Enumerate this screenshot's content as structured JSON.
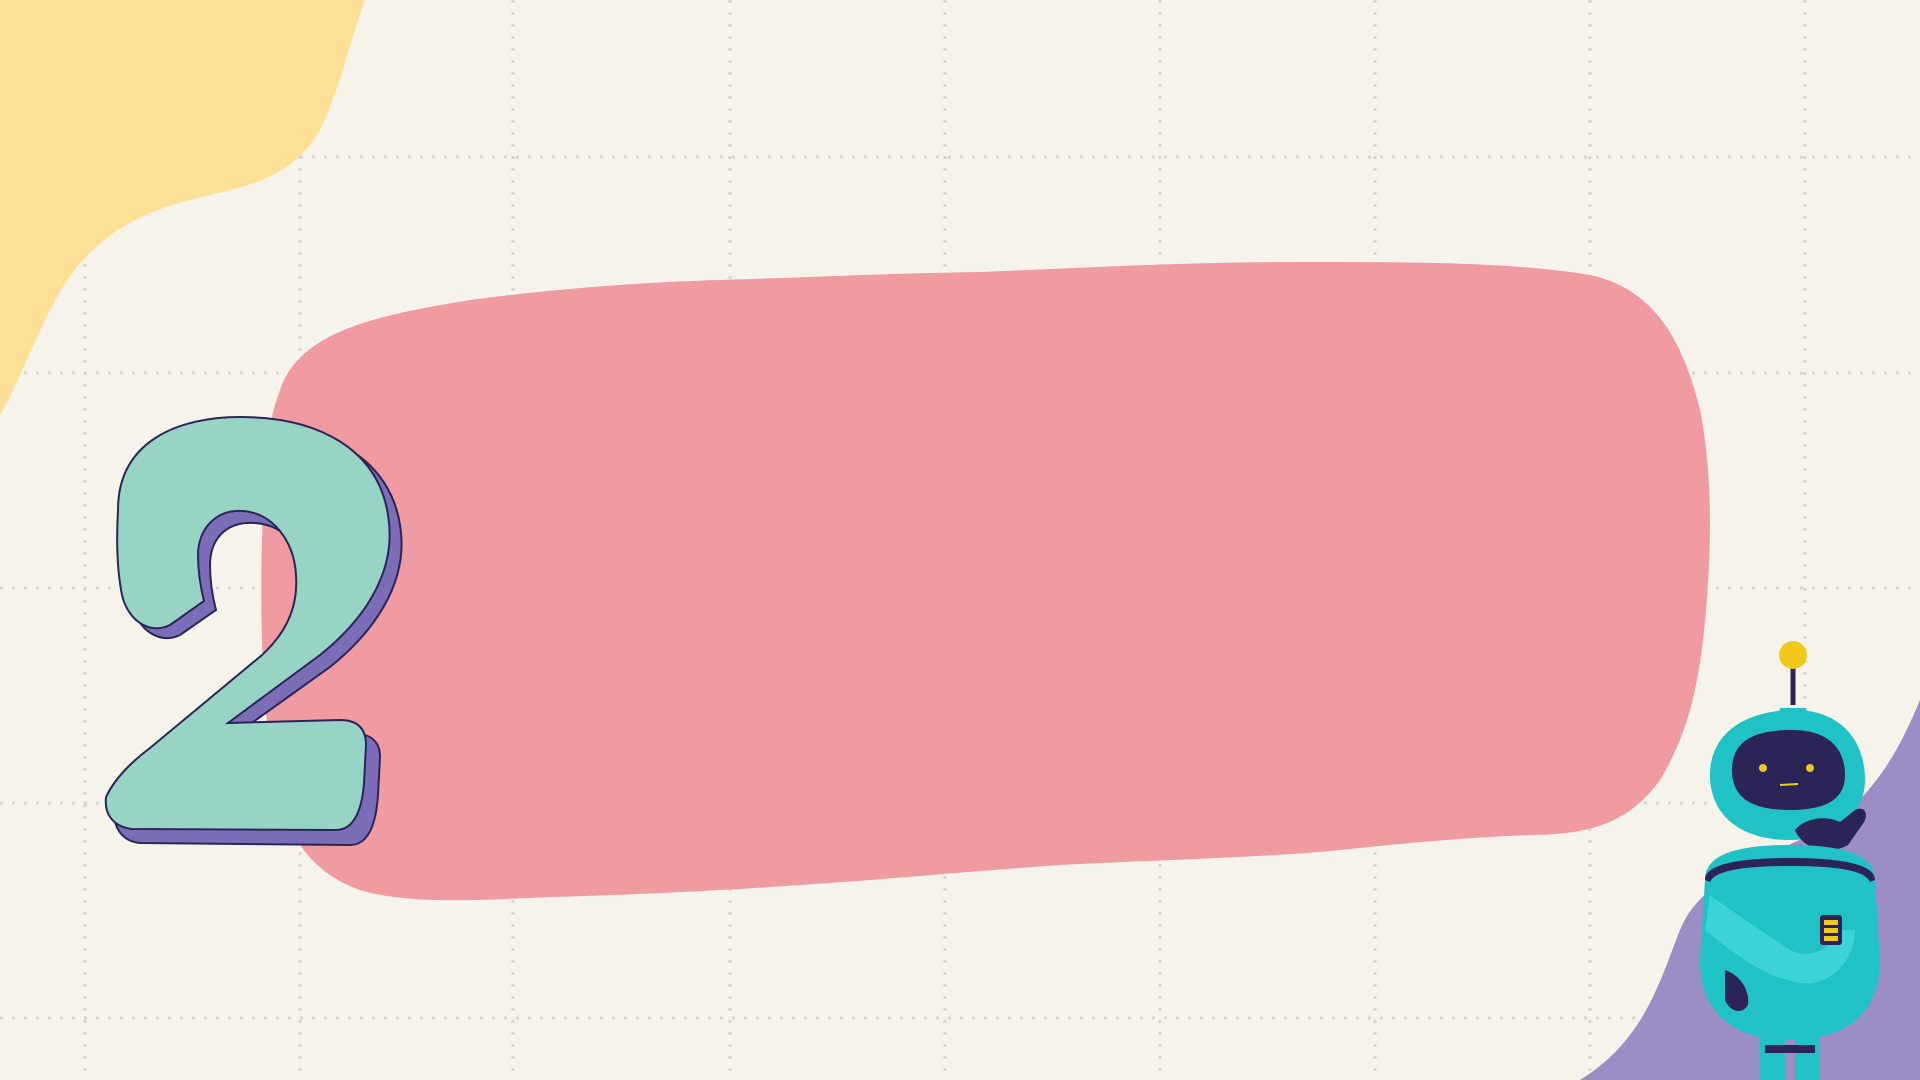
{
  "slide": {
    "number": "2"
  },
  "colors": {
    "background": "#f6f4ea",
    "grid_line": "#d9d8d2",
    "yellow_blob": "#fddf96",
    "pink_banner": "#f09aa2",
    "digit_face": "#97d4c6",
    "digit_shadow": "#7b6db7",
    "purple_blob": "#9a8ec4",
    "robot_body": "#21c2c6",
    "robot_dark": "#2b2557",
    "robot_accent": "#f2c81b"
  },
  "icons": {
    "robot": "robot-mascot",
    "digit": "number-two-3d"
  }
}
